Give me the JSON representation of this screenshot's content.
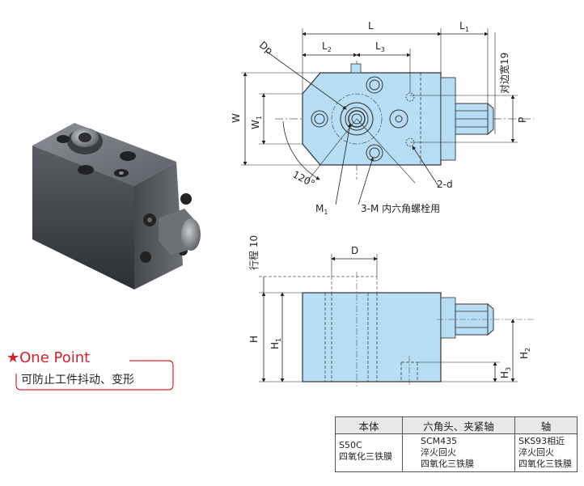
{
  "one_point": {
    "title": "★One Point",
    "description": "可防止工件抖动、变形"
  },
  "top_view": {
    "labels": {
      "L": "L",
      "L1": "L",
      "L1_sub": "1",
      "L2": "L",
      "L2_sub": "2",
      "L3": "L",
      "L3_sub": "3",
      "Dp": "Dp",
      "W": "W",
      "W1": "W",
      "W1_sub": "1",
      "P": "P",
      "hex": "对边宽19",
      "angle": "120°",
      "d2": "2-d",
      "M1": "M",
      "M1_sub": "1",
      "bolt": "3-M 内六角螺栓用"
    }
  },
  "side_view": {
    "labels": {
      "stroke": "行程 10",
      "D": "D",
      "H": "H",
      "H1": "H",
      "H1_sub": "1",
      "H2": "H",
      "H2_sub": "2",
      "H3": "H",
      "H3_sub": "3"
    }
  },
  "spec_table": {
    "headers": [
      "本体",
      "六角头、夹紧轴",
      "轴"
    ],
    "cells": [
      [
        "S50C",
        "四氧化三铁膜"
      ],
      [
        "SCM435",
        "淬火回火",
        "四氧化三铁膜"
      ],
      [
        "SKS93相近",
        "淬火回火",
        "四氧化三铁膜"
      ]
    ]
  },
  "colors": {
    "accent_red": "#d8202c",
    "part_fill": "#b7def4",
    "line": "#333333"
  }
}
